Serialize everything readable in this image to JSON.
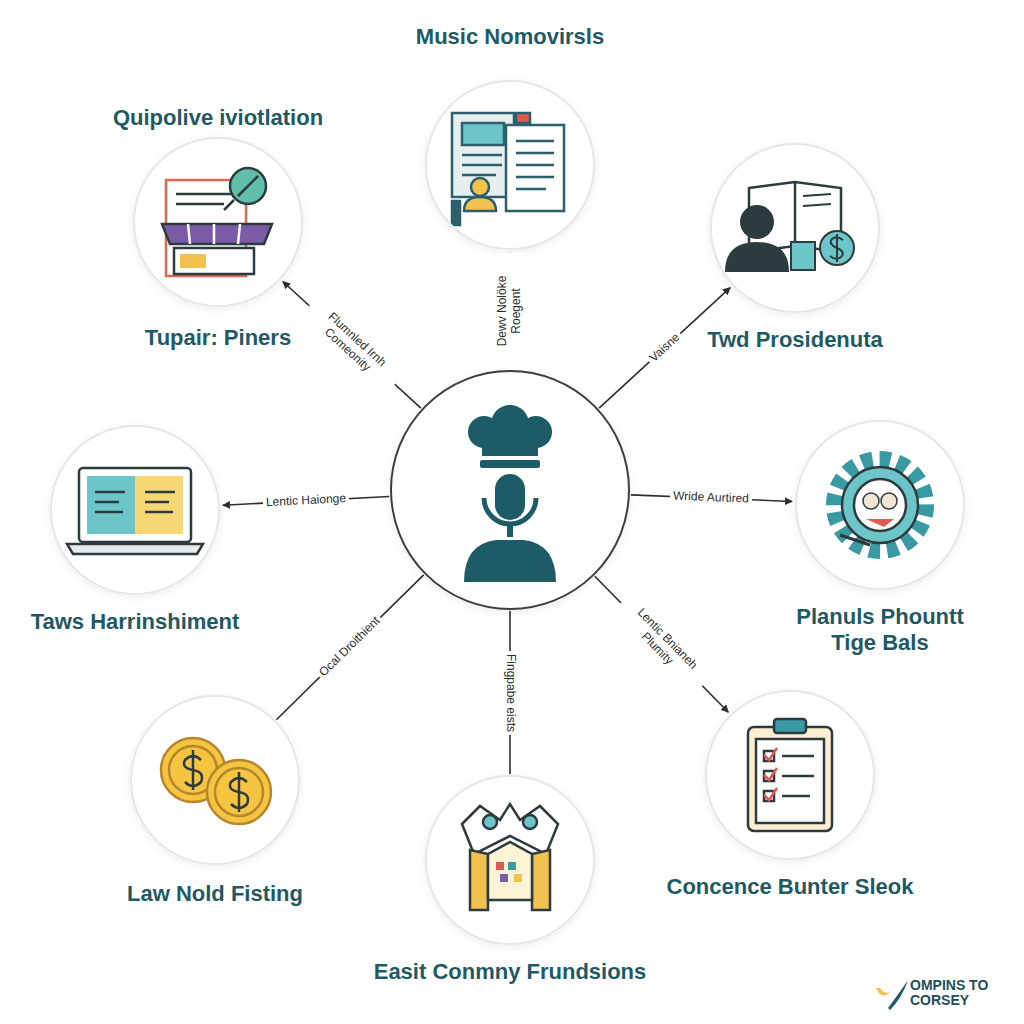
{
  "diagram": {
    "nodes": [
      {
        "text": []
      },
      {
        "text": [
          "Music Nomovirsls"
        ]
      },
      {
        "text": [
          "Quipolive iviotlation",
          "Tupair: Piners"
        ]
      },
      {
        "text": [
          "Twd Prosidenuta"
        ]
      },
      {
        "text": [
          "Taws Harrinshiment"
        ]
      },
      {
        "text": [
          "Planuls Phountt Tige Bals"
        ]
      },
      {
        "text": [
          "Law Nold Fisting"
        ]
      },
      {
        "text": [
          "Easit Conmny Frundsions"
        ]
      },
      {
        "text": [
          "Concence Bunter Sleok"
        ]
      }
    ],
    "edges": [
      {
        "from": 0,
        "to": 1,
        "arrow": "to",
        "label": "Dewv Nolöke Roegent"
      },
      {
        "from": 0,
        "to": 2,
        "arrow": "to",
        "label": "Flumnled Irnh Comeonity"
      },
      {
        "from": 0,
        "to": 3,
        "arrow": "to",
        "label": "Vaisne"
      },
      {
        "from": 0,
        "to": 4,
        "arrow": "to",
        "label": "Lentic Haionge"
      },
      {
        "from": 0,
        "to": 5,
        "arrow": "to",
        "label": "Wride Aurtired"
      },
      {
        "from": 0,
        "to": 6,
        "arrow": "none",
        "label": "Ocal Droithient"
      },
      {
        "from": 0,
        "to": 7,
        "arrow": "none",
        "label": "Fingpabe eists"
      },
      {
        "from": 0,
        "to": 8,
        "arrow": "to",
        "label": "Lentic Bnianeh Plumity"
      }
    ],
    "labels": [
      "OMPINS TO CORSEY"
    ]
  }
}
